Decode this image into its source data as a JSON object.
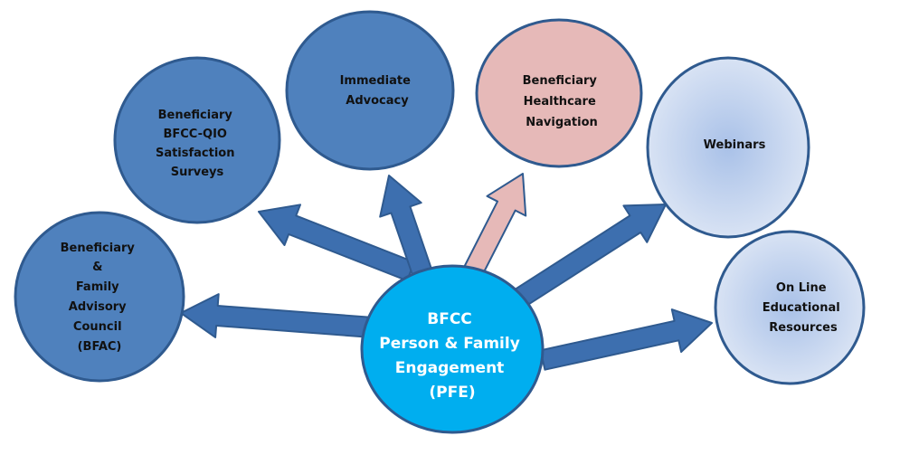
{
  "diagram": {
    "center": {
      "id": "pfe",
      "lines": [
        "BFCC",
        "Person & Family",
        "Engagement",
        "(PFE)"
      ],
      "fill": "#00aeef",
      "stroke": "#2f5a8f",
      "text_color": "#ffffff"
    },
    "nodes": [
      {
        "id": "bfac",
        "lines": [
          "Beneficiary",
          "&",
          "Family",
          "Advisory",
          "Council",
          "(BFAC)"
        ],
        "fill": "#4f81bd",
        "stroke": "#2f5a8f",
        "arrow_fill": "#3d6faf",
        "style": "solid"
      },
      {
        "id": "satisfaction-surveys",
        "lines": [
          "Beneficiary",
          "BFCC-QIO",
          "Satisfaction",
          "Surveys"
        ],
        "fill": "#4f81bd",
        "stroke": "#2f5a8f",
        "arrow_fill": "#3d6faf",
        "style": "solid"
      },
      {
        "id": "immediate-advocacy",
        "lines": [
          "Immediate",
          "Advocacy"
        ],
        "fill": "#4f81bd",
        "stroke": "#2f5a8f",
        "arrow_fill": "#3d6faf",
        "style": "solid"
      },
      {
        "id": "healthcare-navigation",
        "lines": [
          "Beneficiary",
          "Healthcare",
          "Navigation"
        ],
        "fill": "#e6b9b8",
        "stroke": "#2f5a8f",
        "arrow_fill": "#e6b9b8",
        "style": "highlight"
      },
      {
        "id": "webinars",
        "lines": [
          "Webinars"
        ],
        "fill": "#c6d5ee",
        "stroke": "#2f5a8f",
        "arrow_fill": "#3d6faf",
        "style": "gradient"
      },
      {
        "id": "online-educational-resources",
        "lines": [
          "On Line",
          "Educational",
          "Resources"
        ],
        "fill": "#c6d5ee",
        "stroke": "#2f5a8f",
        "arrow_fill": "#3d6faf",
        "style": "gradient"
      }
    ]
  }
}
